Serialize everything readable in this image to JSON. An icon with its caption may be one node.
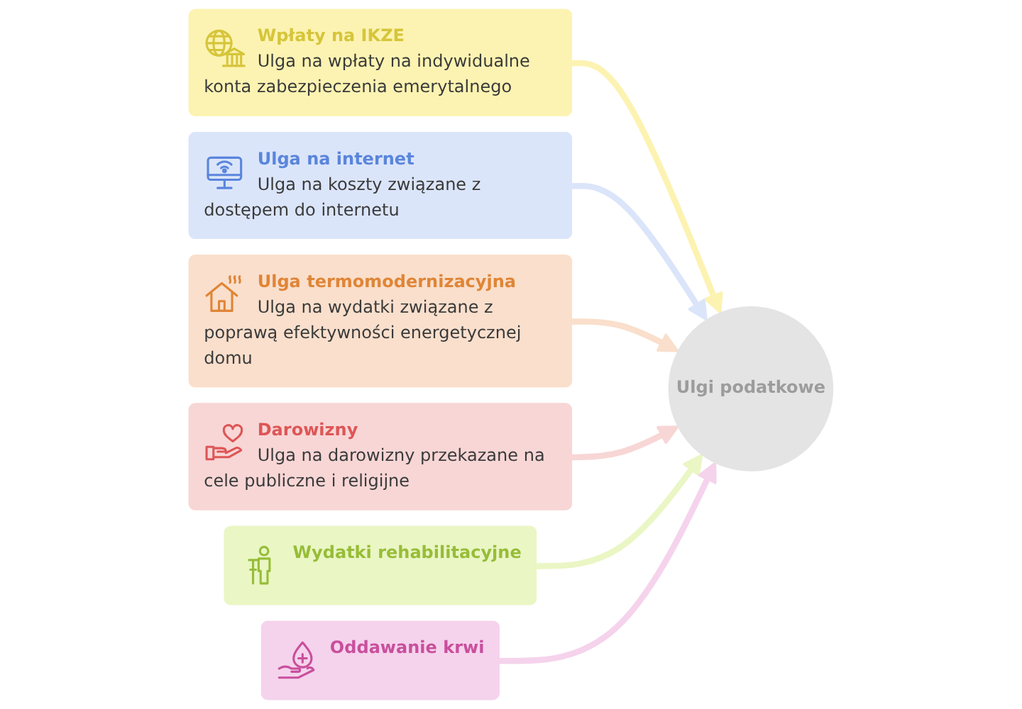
{
  "diagram": {
    "nodes": [
      {
        "text": [
          "Wpłaty na IKZE",
          "Ulga na wpłaty na indywidualne konta zabezpieczenia emerytalnego"
        ]
      },
      {
        "text": [
          "Ulga na internet",
          "Ulga na koszty związane z dostępem do internetu"
        ]
      },
      {
        "text": [
          "Ulga termomodernizacyjna",
          "Ulga na wydatki związane z poprawą efektywności energetycznej domu"
        ]
      },
      {
        "text": [
          "Darowizny",
          "Ulga na darowizny przekazane na cele publiczne i religijne"
        ]
      },
      {
        "text": [
          "Ulgi podatkowe"
        ]
      },
      {
        "text": [
          "Wydatki rehabilitacyjne"
        ]
      },
      {
        "text": [
          "Oddawanie krwi"
        ]
      }
    ],
    "edges": [
      {
        "from": 0,
        "to": 4,
        "arrow": "to",
        "color": "#fcf3b2"
      },
      {
        "from": 1,
        "to": 4,
        "arrow": "to",
        "color": "#dbe5fa"
      },
      {
        "from": 2,
        "to": 4,
        "arrow": "to",
        "color": "#f9dfcc"
      },
      {
        "from": 3,
        "to": 4,
        "arrow": "to",
        "color": "#f8d6d6"
      },
      {
        "from": 5,
        "to": 4,
        "arrow": "to",
        "color": "#eaf6c4"
      },
      {
        "from": 6,
        "to": 4,
        "arrow": "to",
        "color": "#f5d3ec"
      }
    ]
  }
}
